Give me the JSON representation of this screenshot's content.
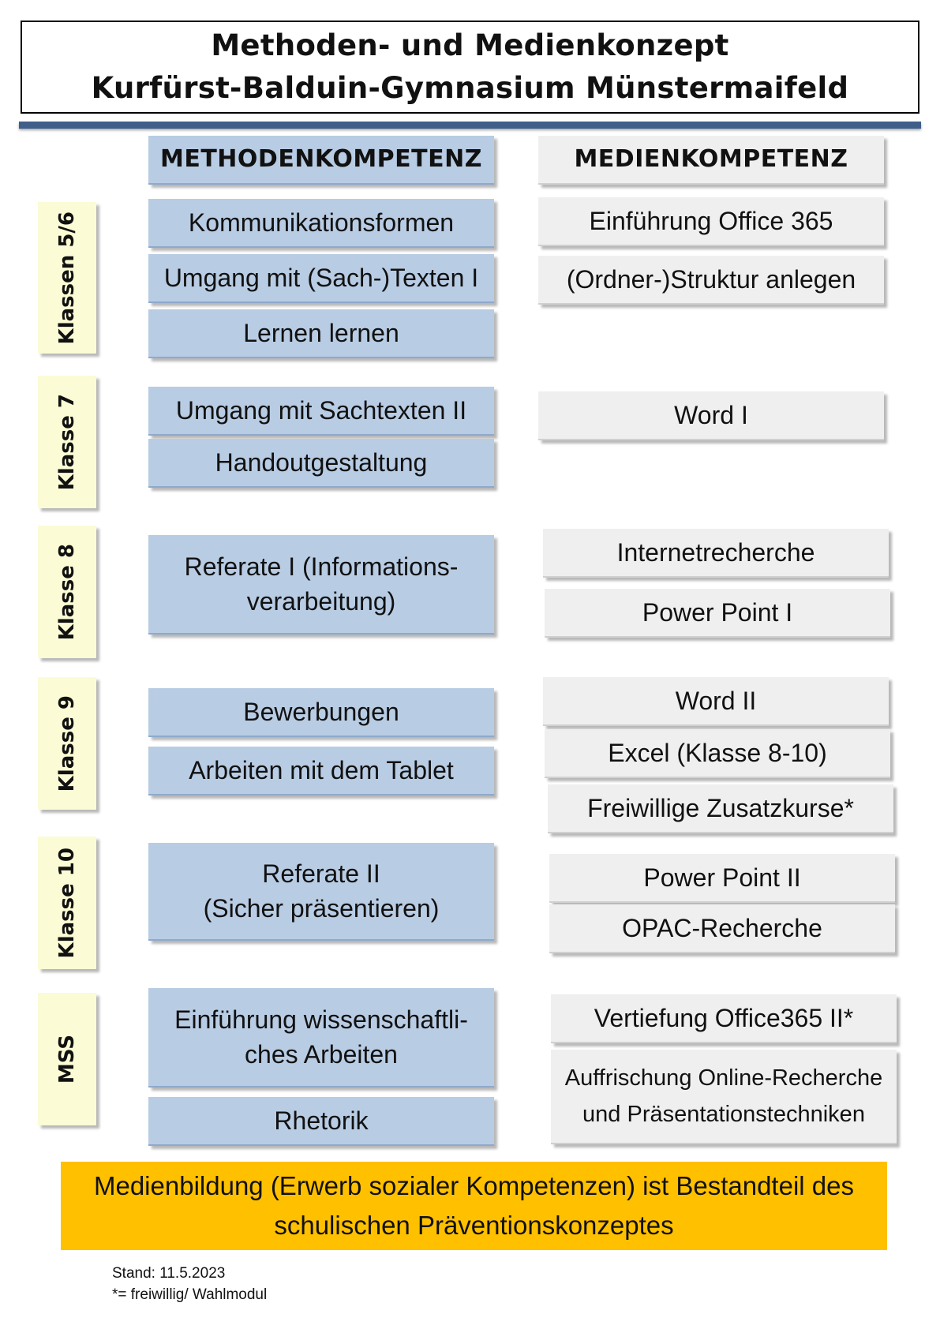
{
  "header": {
    "title_line1": "Methoden- und Medienkonzept",
    "title_line2": "Kurfürst-Balduin-Gymnasium Münstermaifeld"
  },
  "columns": {
    "methods": "METHODENKOMPETENZ",
    "media": "MEDIENKOMPETENZ"
  },
  "grades": {
    "g56": "Klassen 5/6",
    "g7": "Klasse 7",
    "g8": "Klasse 8",
    "g9": "Klasse 9",
    "g10": "Klasse 10",
    "mss": "MSS"
  },
  "methods": {
    "kommunikation": "Kommunikationsformen",
    "sachtexte1": "Umgang mit (Sach-)Texten I",
    "lernen": "Lernen lernen",
    "sachtexte2": "Umgang mit Sachtexten II",
    "handout": "Handoutgestaltung",
    "referate1_line1": "Referate I (Informations-",
    "referate1_line2": "verarbeitung)",
    "bewerbungen": "Bewerbungen",
    "tablet": "Arbeiten mit dem Tablet",
    "referate2_line1": "Referate II",
    "referate2_line2": "(Sicher präsentieren)",
    "wiss_line1": "Einführung wissenschaftli-",
    "wiss_line2": "ches Arbeiten",
    "rhetorik": "Rhetorik"
  },
  "media": {
    "office365": "Einführung Office 365",
    "ordner": "(Ordner-)Struktur anlegen",
    "word1": "Word I",
    "internet": "Internetrecherche",
    "pp1": "Power Point I",
    "word2": "Word II",
    "excel": "Excel (Klasse 8-10)",
    "zusatz": "Freiwillige Zusatzkurse*",
    "pp2": "Power Point II",
    "opac": "OPAC-Recherche",
    "vertiefung": "Vertiefung Office365 II*",
    "auffrischung_line1": "Auffrischung Online-Recherche",
    "auffrischung_line2": "und Präsentationstechniken"
  },
  "banner": {
    "line1": "Medienbildung (Erwerb sozialer Kompetenzen) ist Bestandteil des",
    "line2": "schulischen Präventionskonzeptes"
  },
  "footer": {
    "stand": "Stand: 11.5.2023",
    "note": "*= freiwillig/ Wahlmodul"
  },
  "colors": {
    "method_box": "#b8cce4",
    "media_box": "#efefef",
    "grade_box": "#fbfbd5",
    "banner": "#ffc000",
    "rule": "#3f5e8a"
  }
}
